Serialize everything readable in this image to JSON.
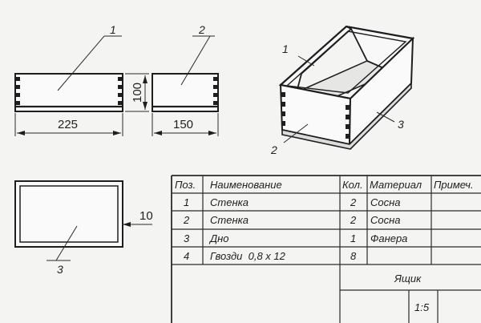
{
  "views": {
    "front": {
      "callout": "1",
      "width_dim": "225",
      "height_dim": "100"
    },
    "side": {
      "callout": "2",
      "width_dim": "150"
    },
    "isometric": {
      "callouts": [
        "1",
        "2",
        "3"
      ]
    },
    "bottom": {
      "callout": "3",
      "thickness_dim": "10"
    }
  },
  "table": {
    "headers": [
      "Поз.",
      "Наименование",
      "Кол.",
      "Материал",
      "Примеч."
    ],
    "rows": [
      [
        "1",
        "Стенка",
        "2",
        "Сосна",
        ""
      ],
      [
        "2",
        "Стенка",
        "2",
        "Сосна",
        ""
      ],
      [
        "3",
        "Дно",
        "1",
        "Фанера",
        ""
      ],
      [
        "4",
        "Гвозди  0,8 x 12",
        "8",
        "",
        ""
      ]
    ],
    "title": "Ящик",
    "scale": "1:5"
  }
}
